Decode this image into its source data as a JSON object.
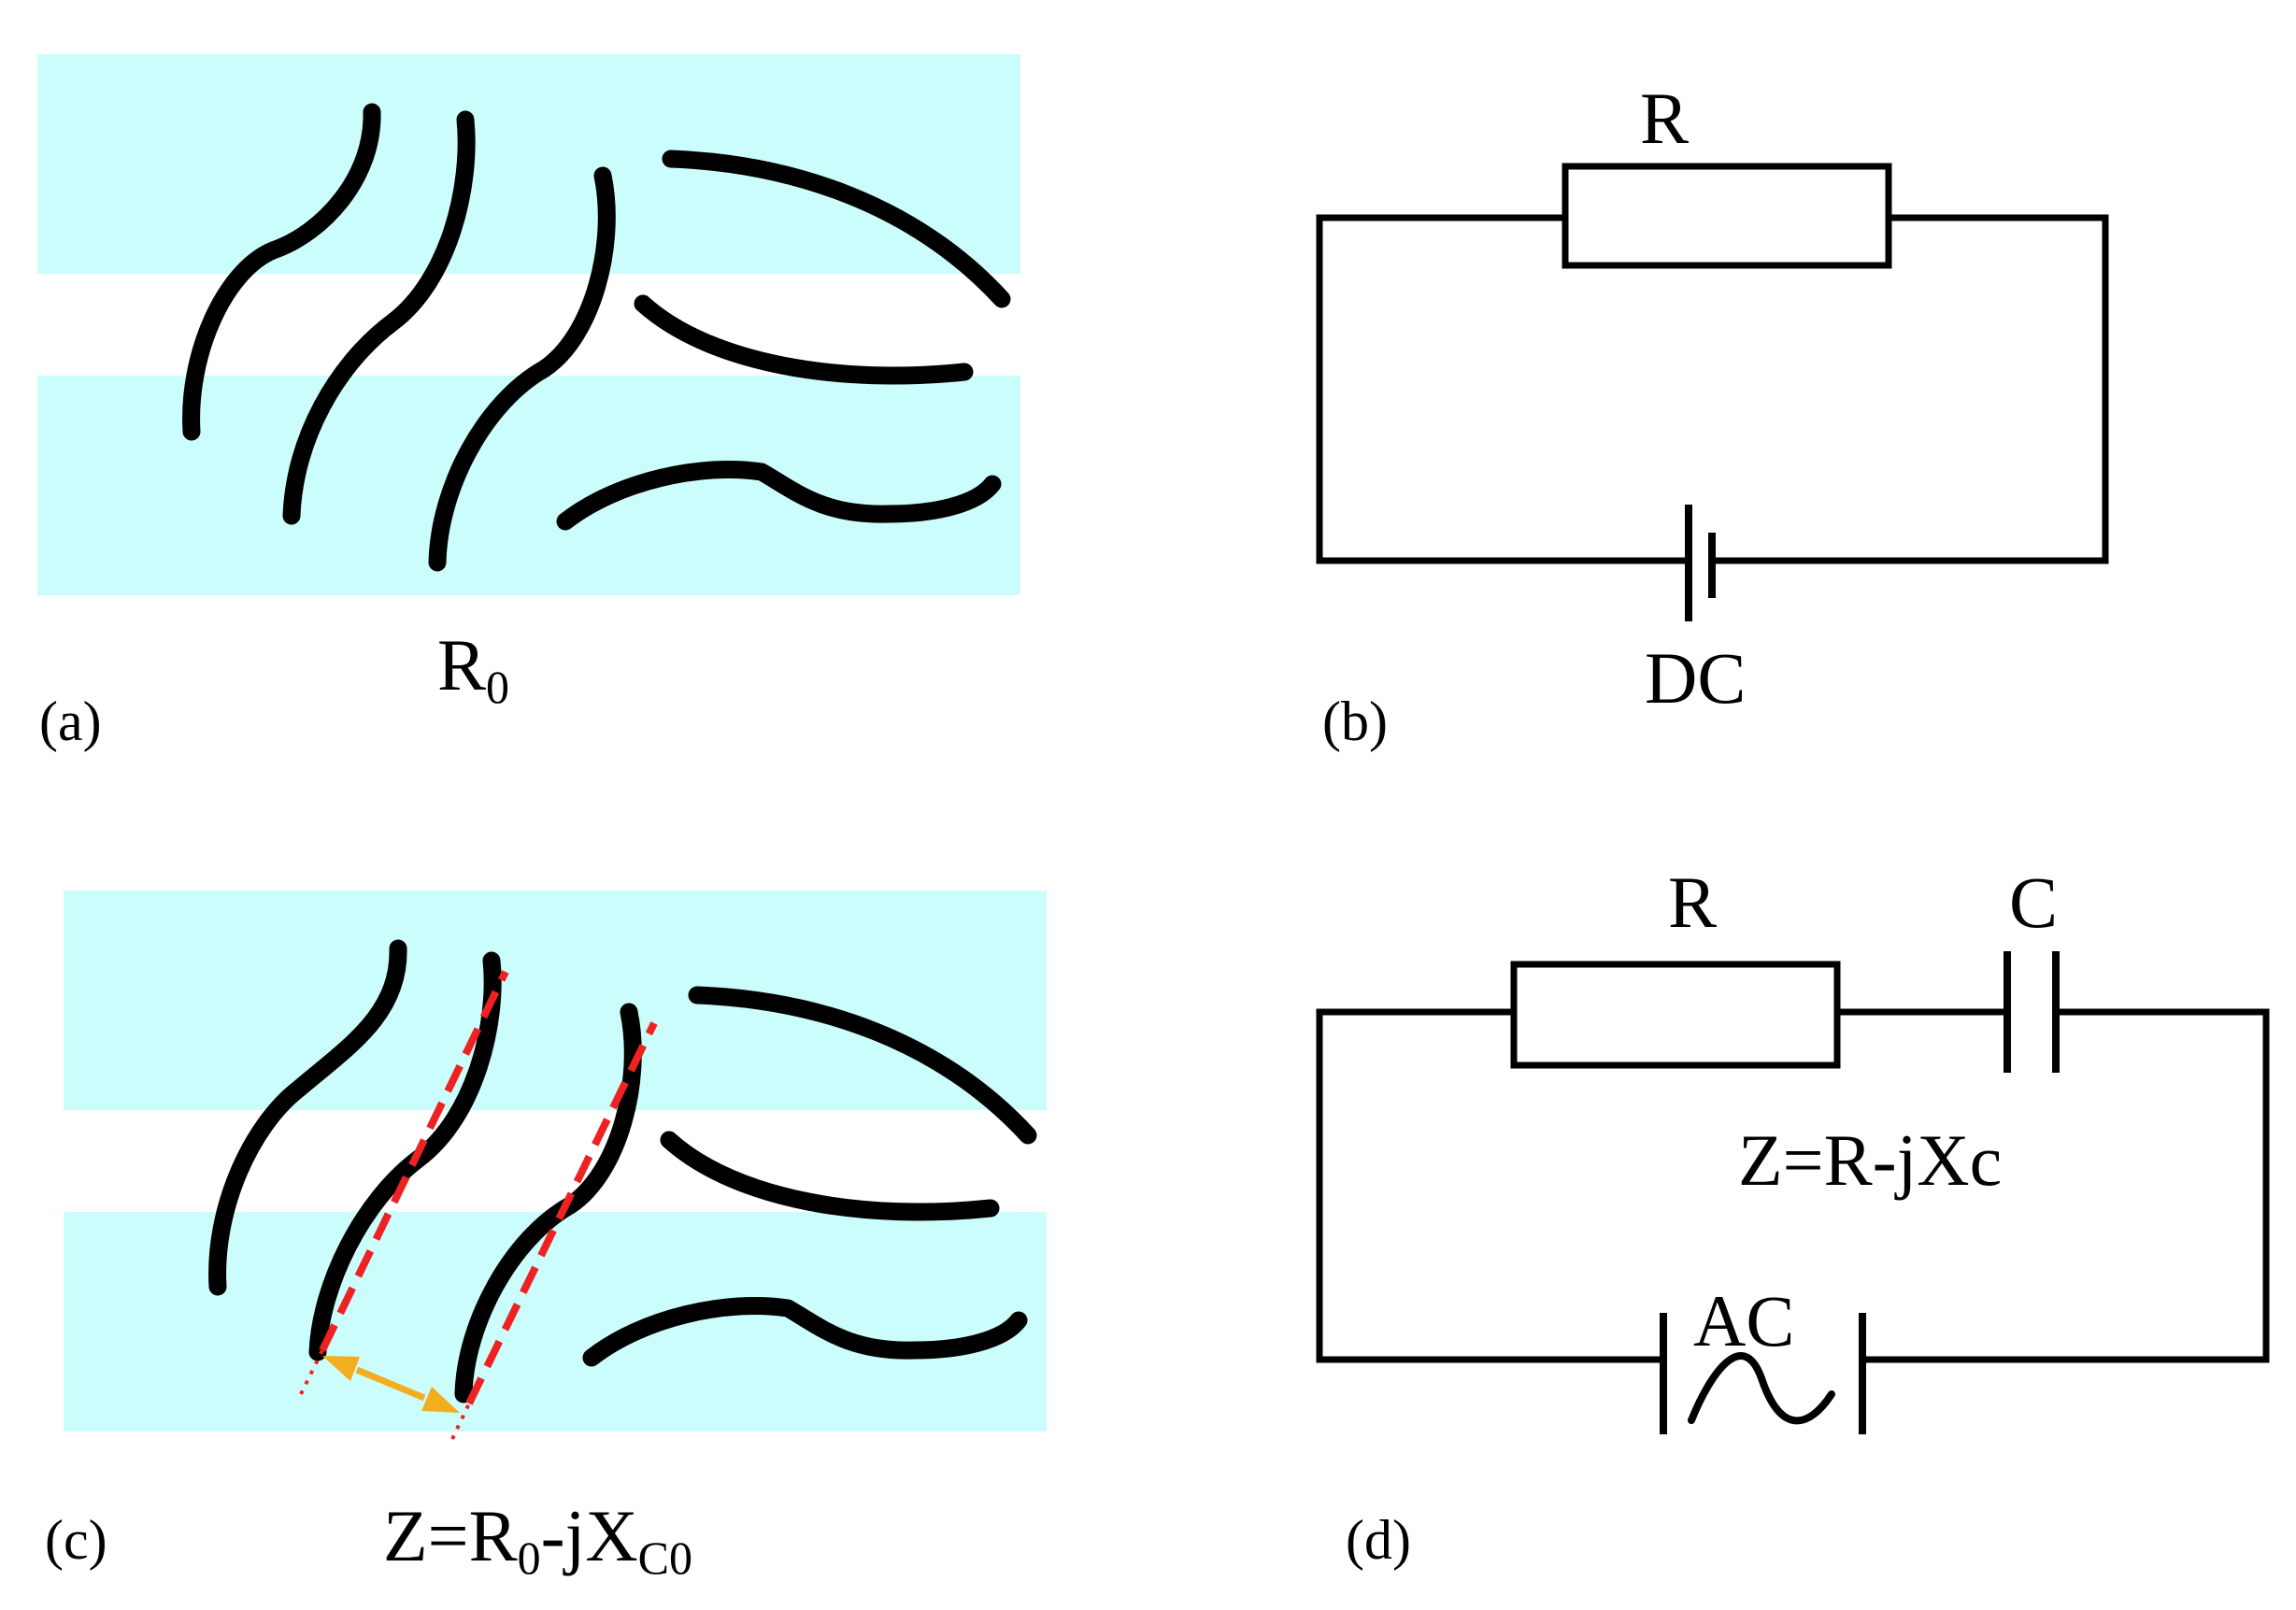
{
  "colors": {
    "band": "#ccfdfd",
    "fiber": "#000000",
    "wire": "#000000",
    "guide": "#ee2222",
    "arrow": "#f2ae1e"
  },
  "panels": {
    "a": {
      "label": "(a)",
      "resistance_label": {
        "main": "R",
        "sub": "0"
      }
    },
    "b": {
      "label": "(b)",
      "resistor_label": "R",
      "source_label": "DC"
    },
    "c": {
      "label": "(c)",
      "impedance_label": {
        "z": "Z=R",
        "sub0": "0",
        "mid": "-jX",
        "sub1": "C0"
      }
    },
    "d": {
      "label": "(d)",
      "resistor_label": "R",
      "capacitor_label": "C",
      "impedance_label": "Z=R-jXc",
      "source_label": "AC",
      "source_icon": "sine-wave-icon"
    }
  }
}
